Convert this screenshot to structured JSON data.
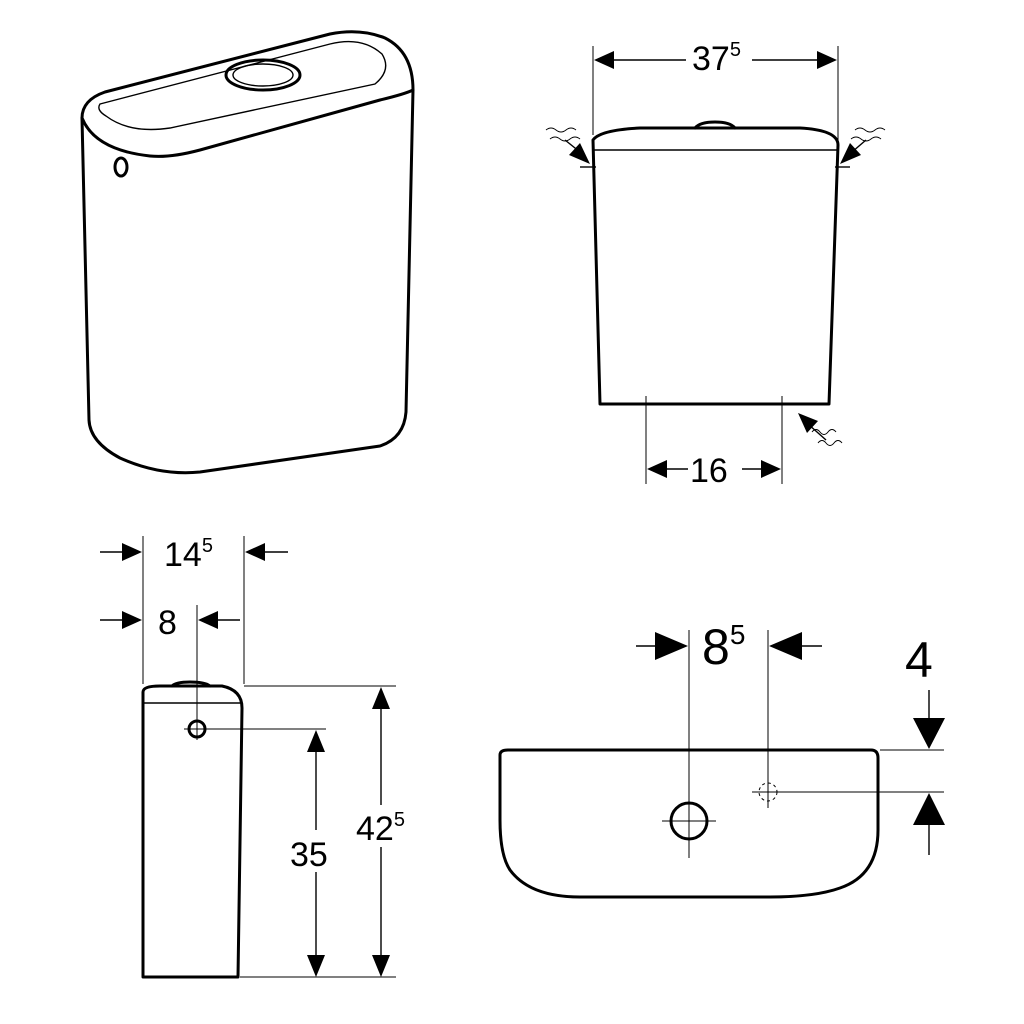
{
  "diagram": {
    "front_view": {
      "width": {
        "main": "37",
        "sup": "5"
      },
      "inlet_spacing": {
        "main": "16",
        "sup": ""
      }
    },
    "side_view": {
      "depth": {
        "main": "14",
        "sup": "5"
      },
      "connection_offset": {
        "main": "8",
        "sup": ""
      },
      "connection_height": {
        "main": "35",
        "sup": ""
      },
      "total_height": {
        "main": "42",
        "sup": "5"
      }
    },
    "top_view": {
      "hole_spacing": {
        "main": "8",
        "sup": "5"
      },
      "edge_offset": {
        "main": "4",
        "sup": ""
      }
    }
  }
}
